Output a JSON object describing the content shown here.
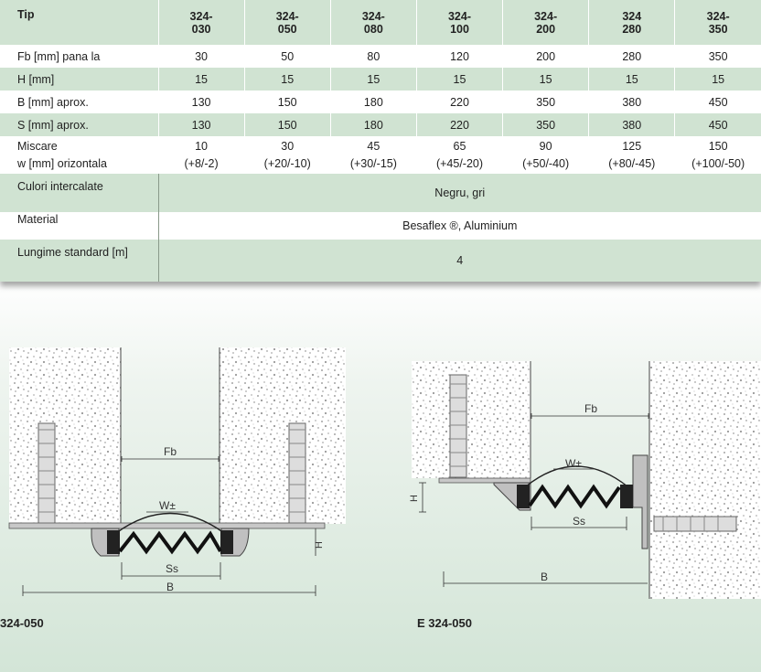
{
  "table": {
    "header_label": "Tip",
    "columns": [
      [
        "324-",
        "030"
      ],
      [
        "324-",
        "050"
      ],
      [
        "324-",
        "080"
      ],
      [
        "324-",
        "100"
      ],
      [
        "324-",
        "200"
      ],
      [
        "324",
        "280"
      ],
      [
        "324-",
        "350"
      ]
    ],
    "rows": [
      {
        "label": "Fb [mm] pana la",
        "values": [
          "30",
          "50",
          "80",
          "120",
          "200",
          "280",
          "350"
        ]
      },
      {
        "label": "H [mm]",
        "values": [
          "15",
          "15",
          "15",
          "15",
          "15",
          "15",
          "15"
        ]
      },
      {
        "label": "B [mm] aprox.",
        "values": [
          "130",
          "150",
          "180",
          "220",
          "350",
          "380",
          "450"
        ]
      },
      {
        "label": "S [mm] aprox.",
        "values": [
          "130",
          "150",
          "180",
          "220",
          "350",
          "380",
          "450"
        ]
      }
    ],
    "movement": {
      "label_line1": "Miscare",
      "label_line2": "w [mm] orizontala",
      "values": [
        "10",
        "30",
        "45",
        "65",
        "90",
        "125",
        "150"
      ],
      "ranges": [
        "(+8/-2)",
        "(+20/-10)",
        "(+30/-15)",
        "(+45/-20)",
        "(+50/-40)",
        "(+80/-45)",
        "(+100/-50)"
      ]
    },
    "colors": {
      "label": "Culori intercalate",
      "value": "Negru, gri"
    },
    "material": {
      "label": "Material",
      "value": "Besaflex ®, Aluminium"
    },
    "length": {
      "label": "Lungime standard [m]",
      "value": "4"
    }
  },
  "drawings": {
    "left": {
      "caption": "324-050",
      "labels": {
        "fb": "Fb",
        "w": "W±",
        "ss": "Ss",
        "b": "B",
        "h": "H"
      }
    },
    "right": {
      "caption": "E 324-050",
      "labels": {
        "fb": "Fb",
        "w": "W±",
        "ss": "Ss",
        "b": "B",
        "h": "H"
      }
    }
  }
}
